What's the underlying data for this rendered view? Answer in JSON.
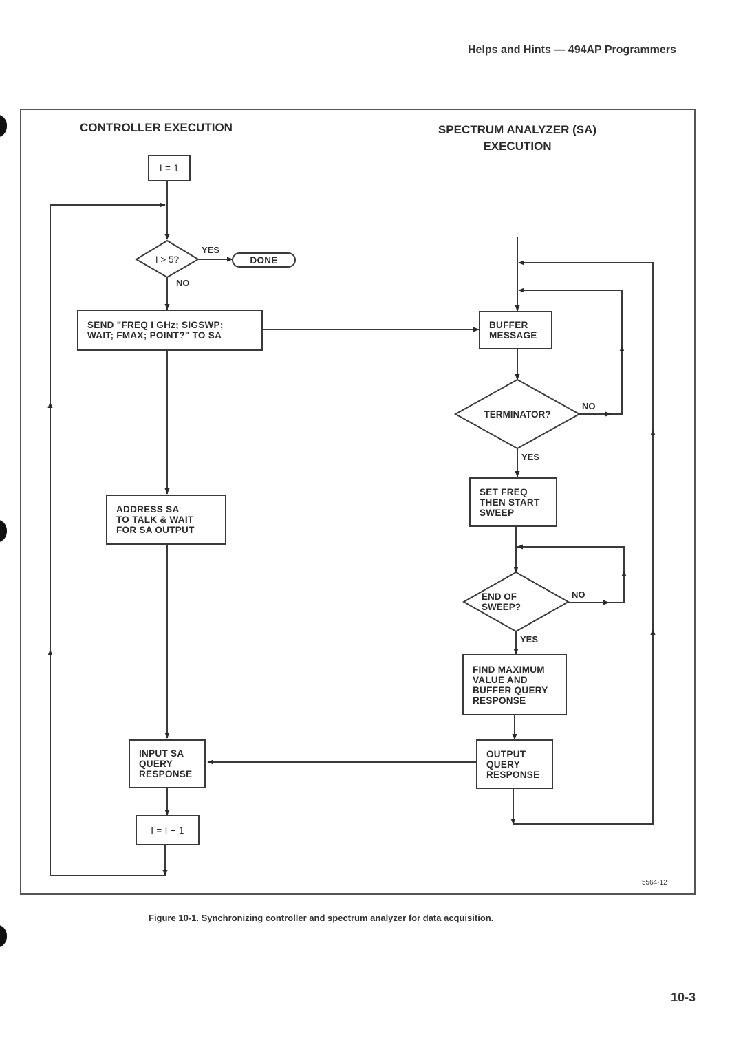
{
  "page": {
    "running_head": "Helps and Hints — 494AP Programmers",
    "page_number": "10-3"
  },
  "figure": {
    "caption": "Figure 10-1. Synchronizing controller and spectrum analyzer for data acquisition.",
    "figure_id": "5564-12",
    "columns": {
      "controller_title": "CONTROLLER EXECUTION",
      "analyzer_title": "SPECTRUM ANALYZER (SA)\nEXECUTION"
    },
    "controller": {
      "init": "I = 1",
      "decision": "I > 5?",
      "decision_yes": "YES",
      "decision_no": "NO",
      "done": "DONE",
      "send": "SEND \"FREQ I GHz; SIGSWP;\nWAIT; FMAX; POINT?\" TO SA",
      "address": "ADDRESS  SA\nTO TALK & WAIT\nFOR  SA OUTPUT",
      "input": "INPUT SA\nQUERY\nRESPONSE",
      "increment": "I = I + 1"
    },
    "analyzer": {
      "buffer": "BUFFER\nMESSAGE",
      "terminator": "TERMINATOR?",
      "terminator_no": "NO",
      "terminator_yes": "YES",
      "set_freq": "SET FREQ\nTHEN START\nSWEEP",
      "end_sweep": "END OF\nSWEEP?",
      "end_sweep_no": "NO",
      "end_sweep_yes": "YES",
      "find_max": "FIND MAXIMUM\nVALUE AND\nBUFFER QUERY\nRESPONSE",
      "output": "OUTPUT\nQUERY\nRESPONSE"
    }
  }
}
